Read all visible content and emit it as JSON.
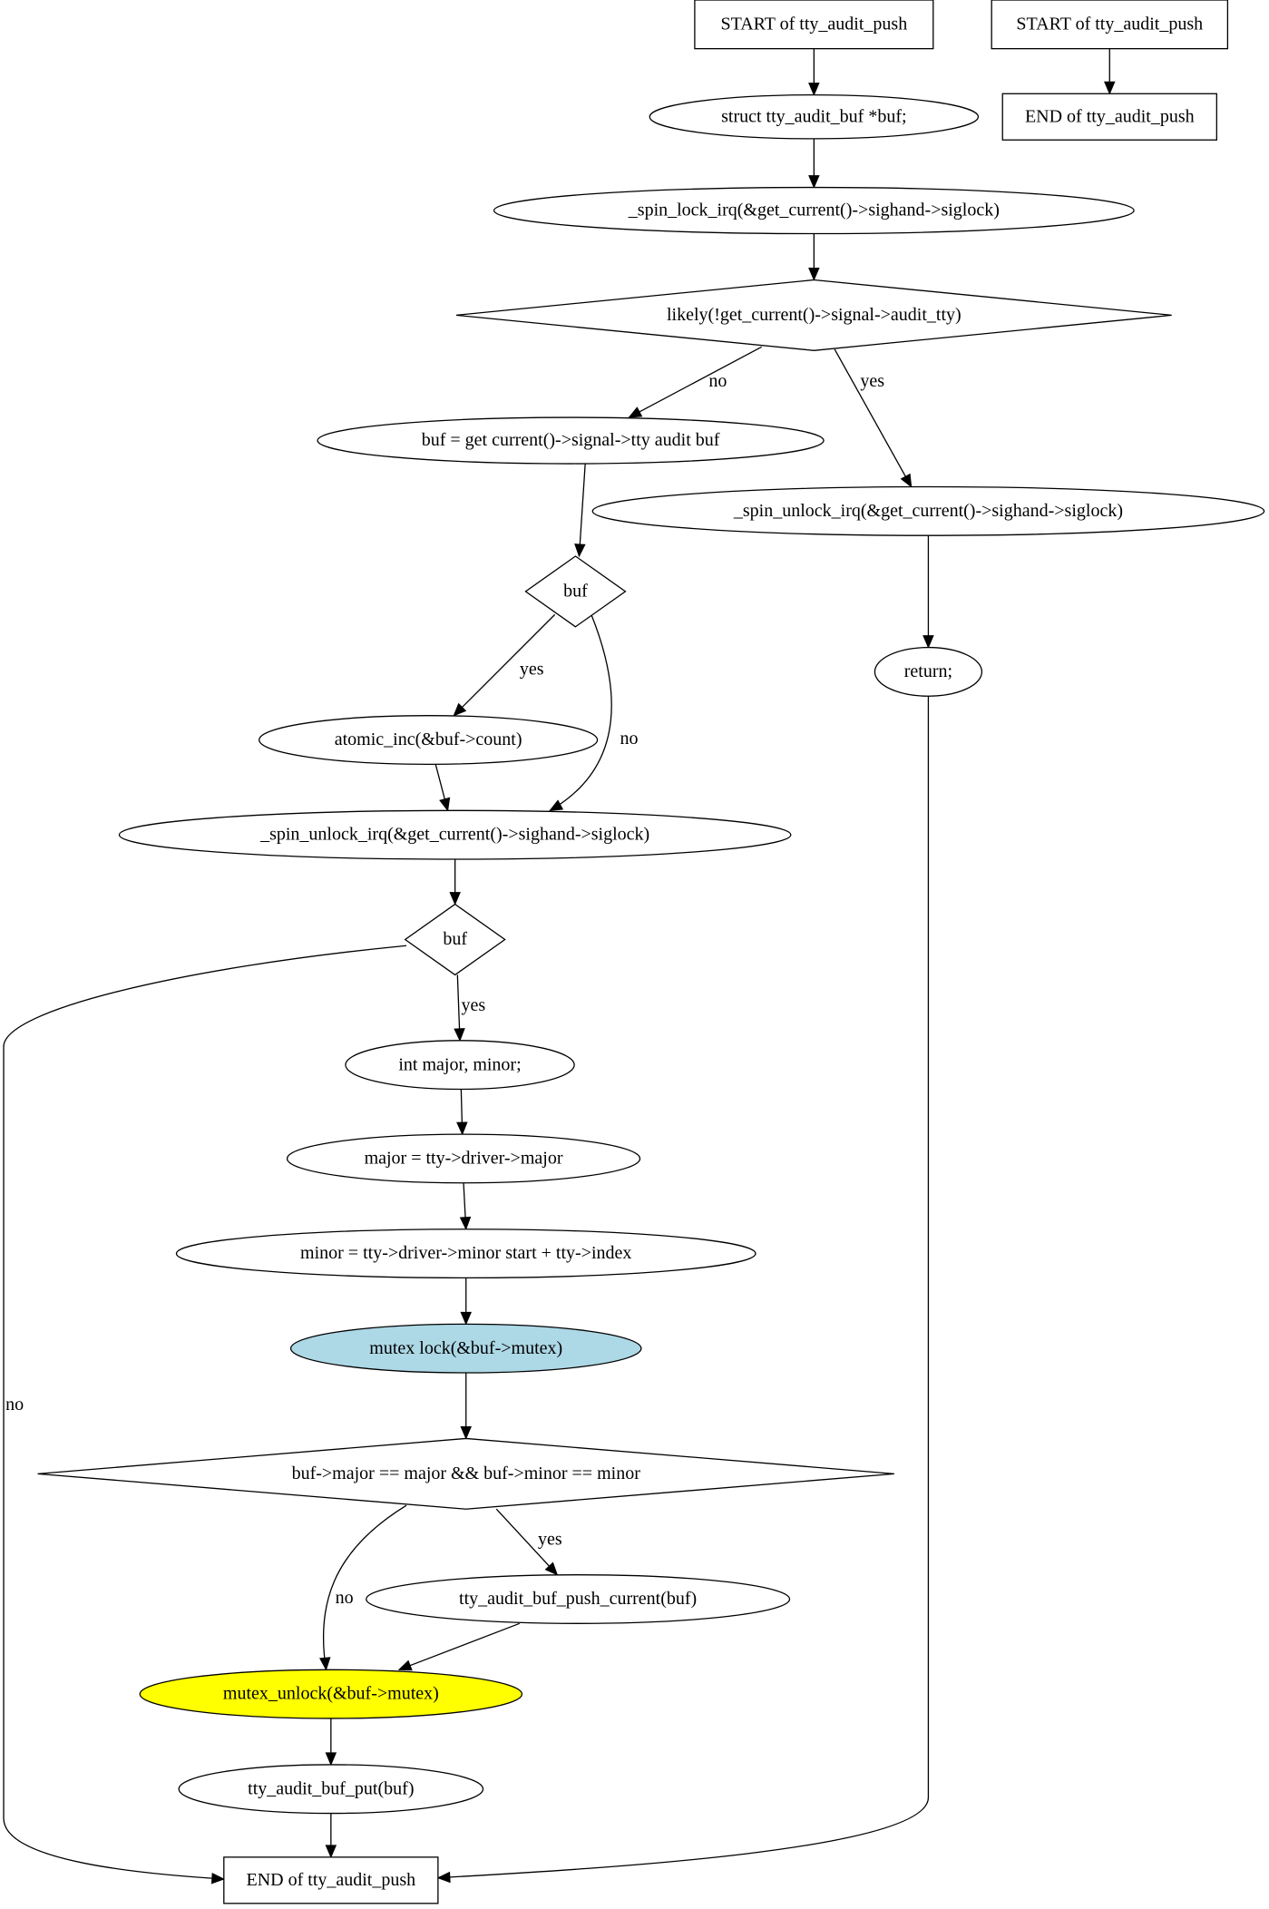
{
  "nodes": [
    {
      "id": "start_main",
      "shape": "box",
      "fill": "#ffffff",
      "text": "START of tty_audit_push"
    },
    {
      "id": "start_alt",
      "shape": "box",
      "fill": "#ffffff",
      "text": "START of tty_audit_push"
    },
    {
      "id": "end_alt",
      "shape": "box",
      "fill": "#ffffff",
      "text": "END of tty_audit_push"
    },
    {
      "id": "decl_buf",
      "shape": "ellipse",
      "fill": "#ffffff",
      "text": "struct tty_audit_buf *buf;"
    },
    {
      "id": "spin_lock",
      "shape": "ellipse",
      "fill": "#ffffff",
      "text": "_spin_lock_irq(&get_current()->sighand->siglock)"
    },
    {
      "id": "likely_check",
      "shape": "diamond",
      "fill": "#ffffff",
      "text": "likely(!get_current()->signal->audit_tty)"
    },
    {
      "id": "assign_buf",
      "shape": "ellipse",
      "fill": "#ffffff",
      "text": "buf = get  current()->signal->tty  audit  buf"
    },
    {
      "id": "spin_unlock_yes",
      "shape": "ellipse",
      "fill": "#ffffff",
      "text": "_spin_unlock_irq(&get_current()->sighand->siglock)"
    },
    {
      "id": "buf_check1",
      "shape": "diamond",
      "fill": "#ffffff",
      "text": "buf"
    },
    {
      "id": "return_node",
      "shape": "ellipse",
      "fill": "#ffffff",
      "text": "return;"
    },
    {
      "id": "atomic_inc",
      "shape": "ellipse",
      "fill": "#ffffff",
      "text": "atomic_inc(&buf->count)"
    },
    {
      "id": "spin_unlock_main",
      "shape": "ellipse",
      "fill": "#ffffff",
      "text": "_spin_unlock_irq(&get_current()->sighand->siglock)"
    },
    {
      "id": "buf_check2",
      "shape": "diamond",
      "fill": "#ffffff",
      "text": "buf"
    },
    {
      "id": "decl_major_minor",
      "shape": "ellipse",
      "fill": "#ffffff",
      "text": "int major, minor;"
    },
    {
      "id": "assign_major",
      "shape": "ellipse",
      "fill": "#ffffff",
      "text": "major = tty->driver->major"
    },
    {
      "id": "assign_minor",
      "shape": "ellipse",
      "fill": "#ffffff",
      "text": "minor = tty->driver->minor  start + tty->index"
    },
    {
      "id": "mutex_lock",
      "shape": "ellipse",
      "fill": "#add8e6",
      "text": "mutex  lock(&buf->mutex)"
    },
    {
      "id": "major_minor_check",
      "shape": "diamond",
      "fill": "#ffffff",
      "text": "buf->major == major && buf->minor == minor"
    },
    {
      "id": "push_current",
      "shape": "ellipse",
      "fill": "#ffffff",
      "text": "tty_audit_buf_push_current(buf)"
    },
    {
      "id": "mutex_unlock",
      "shape": "ellipse",
      "fill": "#ffff00",
      "text": "mutex_unlock(&buf->mutex)"
    },
    {
      "id": "buf_put",
      "shape": "ellipse",
      "fill": "#ffffff",
      "text": "tty_audit_buf_put(buf)"
    },
    {
      "id": "end_main",
      "shape": "box",
      "fill": "#ffffff",
      "text": "END of tty_audit_push"
    }
  ],
  "edges": [
    {
      "from": "start_main",
      "to": "decl_buf",
      "label": ""
    },
    {
      "from": "start_alt",
      "to": "end_alt",
      "label": ""
    },
    {
      "from": "decl_buf",
      "to": "spin_lock",
      "label": ""
    },
    {
      "from": "spin_lock",
      "to": "likely_check",
      "label": ""
    },
    {
      "from": "likely_check",
      "to": "assign_buf",
      "label": "no"
    },
    {
      "from": "likely_check",
      "to": "spin_unlock_yes",
      "label": "yes"
    },
    {
      "from": "assign_buf",
      "to": "buf_check1",
      "label": ""
    },
    {
      "from": "spin_unlock_yes",
      "to": "return_node",
      "label": ""
    },
    {
      "from": "buf_check1",
      "to": "atomic_inc",
      "label": "yes"
    },
    {
      "from": "buf_check1",
      "to": "spin_unlock_main",
      "label": "no"
    },
    {
      "from": "atomic_inc",
      "to": "spin_unlock_main",
      "label": ""
    },
    {
      "from": "spin_unlock_main",
      "to": "buf_check2",
      "label": ""
    },
    {
      "from": "buf_check2",
      "to": "decl_major_minor",
      "label": "yes"
    },
    {
      "from": "buf_check2",
      "to": "end_main",
      "label": "no"
    },
    {
      "from": "decl_major_minor",
      "to": "assign_major",
      "label": ""
    },
    {
      "from": "assign_major",
      "to": "assign_minor",
      "label": ""
    },
    {
      "from": "assign_minor",
      "to": "mutex_lock",
      "label": ""
    },
    {
      "from": "mutex_lock",
      "to": "major_minor_check",
      "label": ""
    },
    {
      "from": "major_minor_check",
      "to": "push_current",
      "label": "yes"
    },
    {
      "from": "major_minor_check",
      "to": "mutex_unlock",
      "label": "no"
    },
    {
      "from": "push_current",
      "to": "mutex_unlock",
      "label": ""
    },
    {
      "from": "mutex_unlock",
      "to": "buf_put",
      "label": ""
    },
    {
      "from": "buf_put",
      "to": "end_main",
      "label": ""
    },
    {
      "from": "return_node",
      "to": "end_main",
      "label": ""
    }
  ]
}
